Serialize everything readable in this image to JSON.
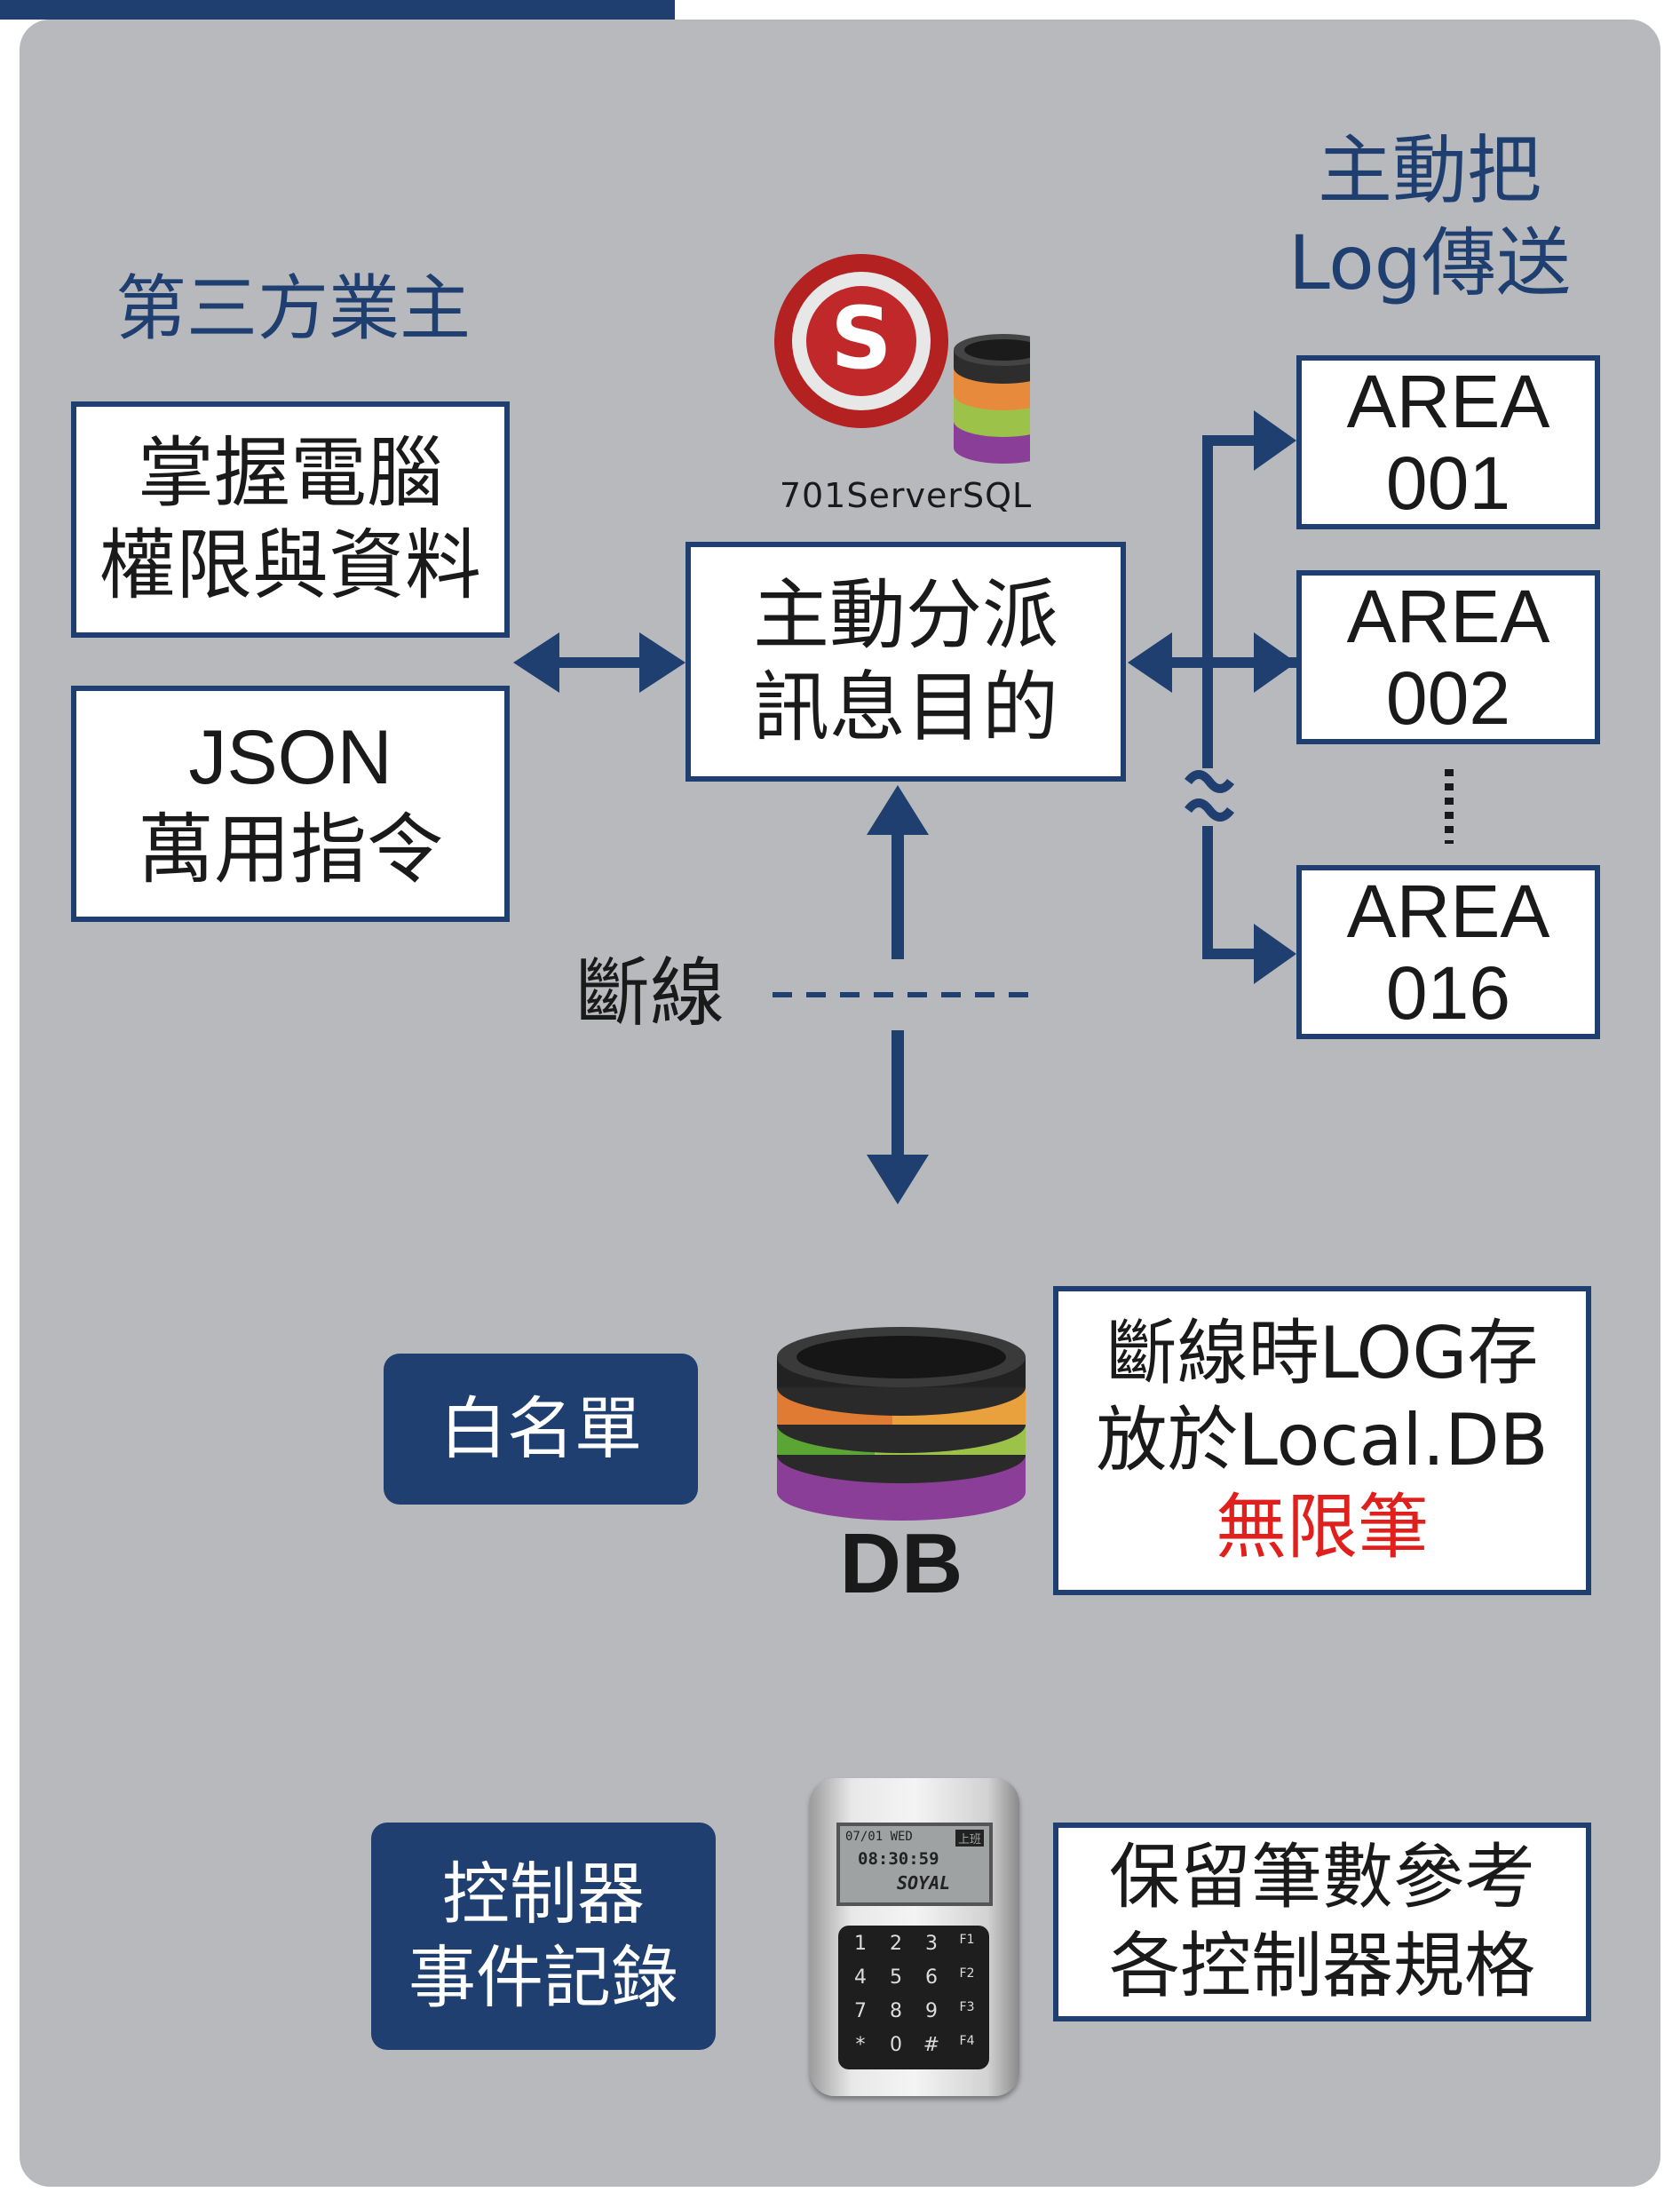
{
  "colors": {
    "navy": "#1e3f6f",
    "panel": "#b8b9bd",
    "red": "#e0201c"
  },
  "left_heading": "第三方業主",
  "right_heading": [
    "主動把",
    "Log傳送"
  ],
  "left_boxes": [
    {
      "lines": [
        "掌握電腦",
        "權限與資料"
      ]
    },
    {
      "lines": [
        "JSON",
        "萬用指令"
      ]
    }
  ],
  "server": {
    "logo_label": "701ServerSQL",
    "logo_icon": "server-sql-logo-icon"
  },
  "center_box": {
    "lines": [
      "主動分派",
      "訊息目的"
    ]
  },
  "areas": [
    {
      "lines": [
        "AREA",
        "001"
      ]
    },
    {
      "lines": [
        "AREA",
        "002"
      ]
    },
    {
      "lines": [
        "AREA",
        "016"
      ]
    }
  ],
  "disconnect_label": "斷線",
  "db": {
    "label": "DB",
    "icon": "database-stack-icon"
  },
  "whitelist_label": "白名單",
  "local_box": {
    "line1": "斷線時LOG存",
    "line2": "放於Local.DB",
    "line3": "無限筆"
  },
  "controller_label": [
    "控制器",
    "事件記錄"
  ],
  "controller_box": {
    "lines": [
      "保留筆數參考",
      "各控制器規格"
    ]
  },
  "device": {
    "icon": "access-controller-keypad-icon",
    "screen_date": "07/01 WED",
    "screen_time": "08:30:59",
    "screen_mode": "上班",
    "brand": "SOYAL",
    "keys": [
      "1",
      "2",
      "3",
      "F1",
      "4",
      "5",
      "6",
      "F2",
      "7",
      "8",
      "9",
      "F3",
      "*",
      "0",
      "#",
      "F4"
    ]
  }
}
